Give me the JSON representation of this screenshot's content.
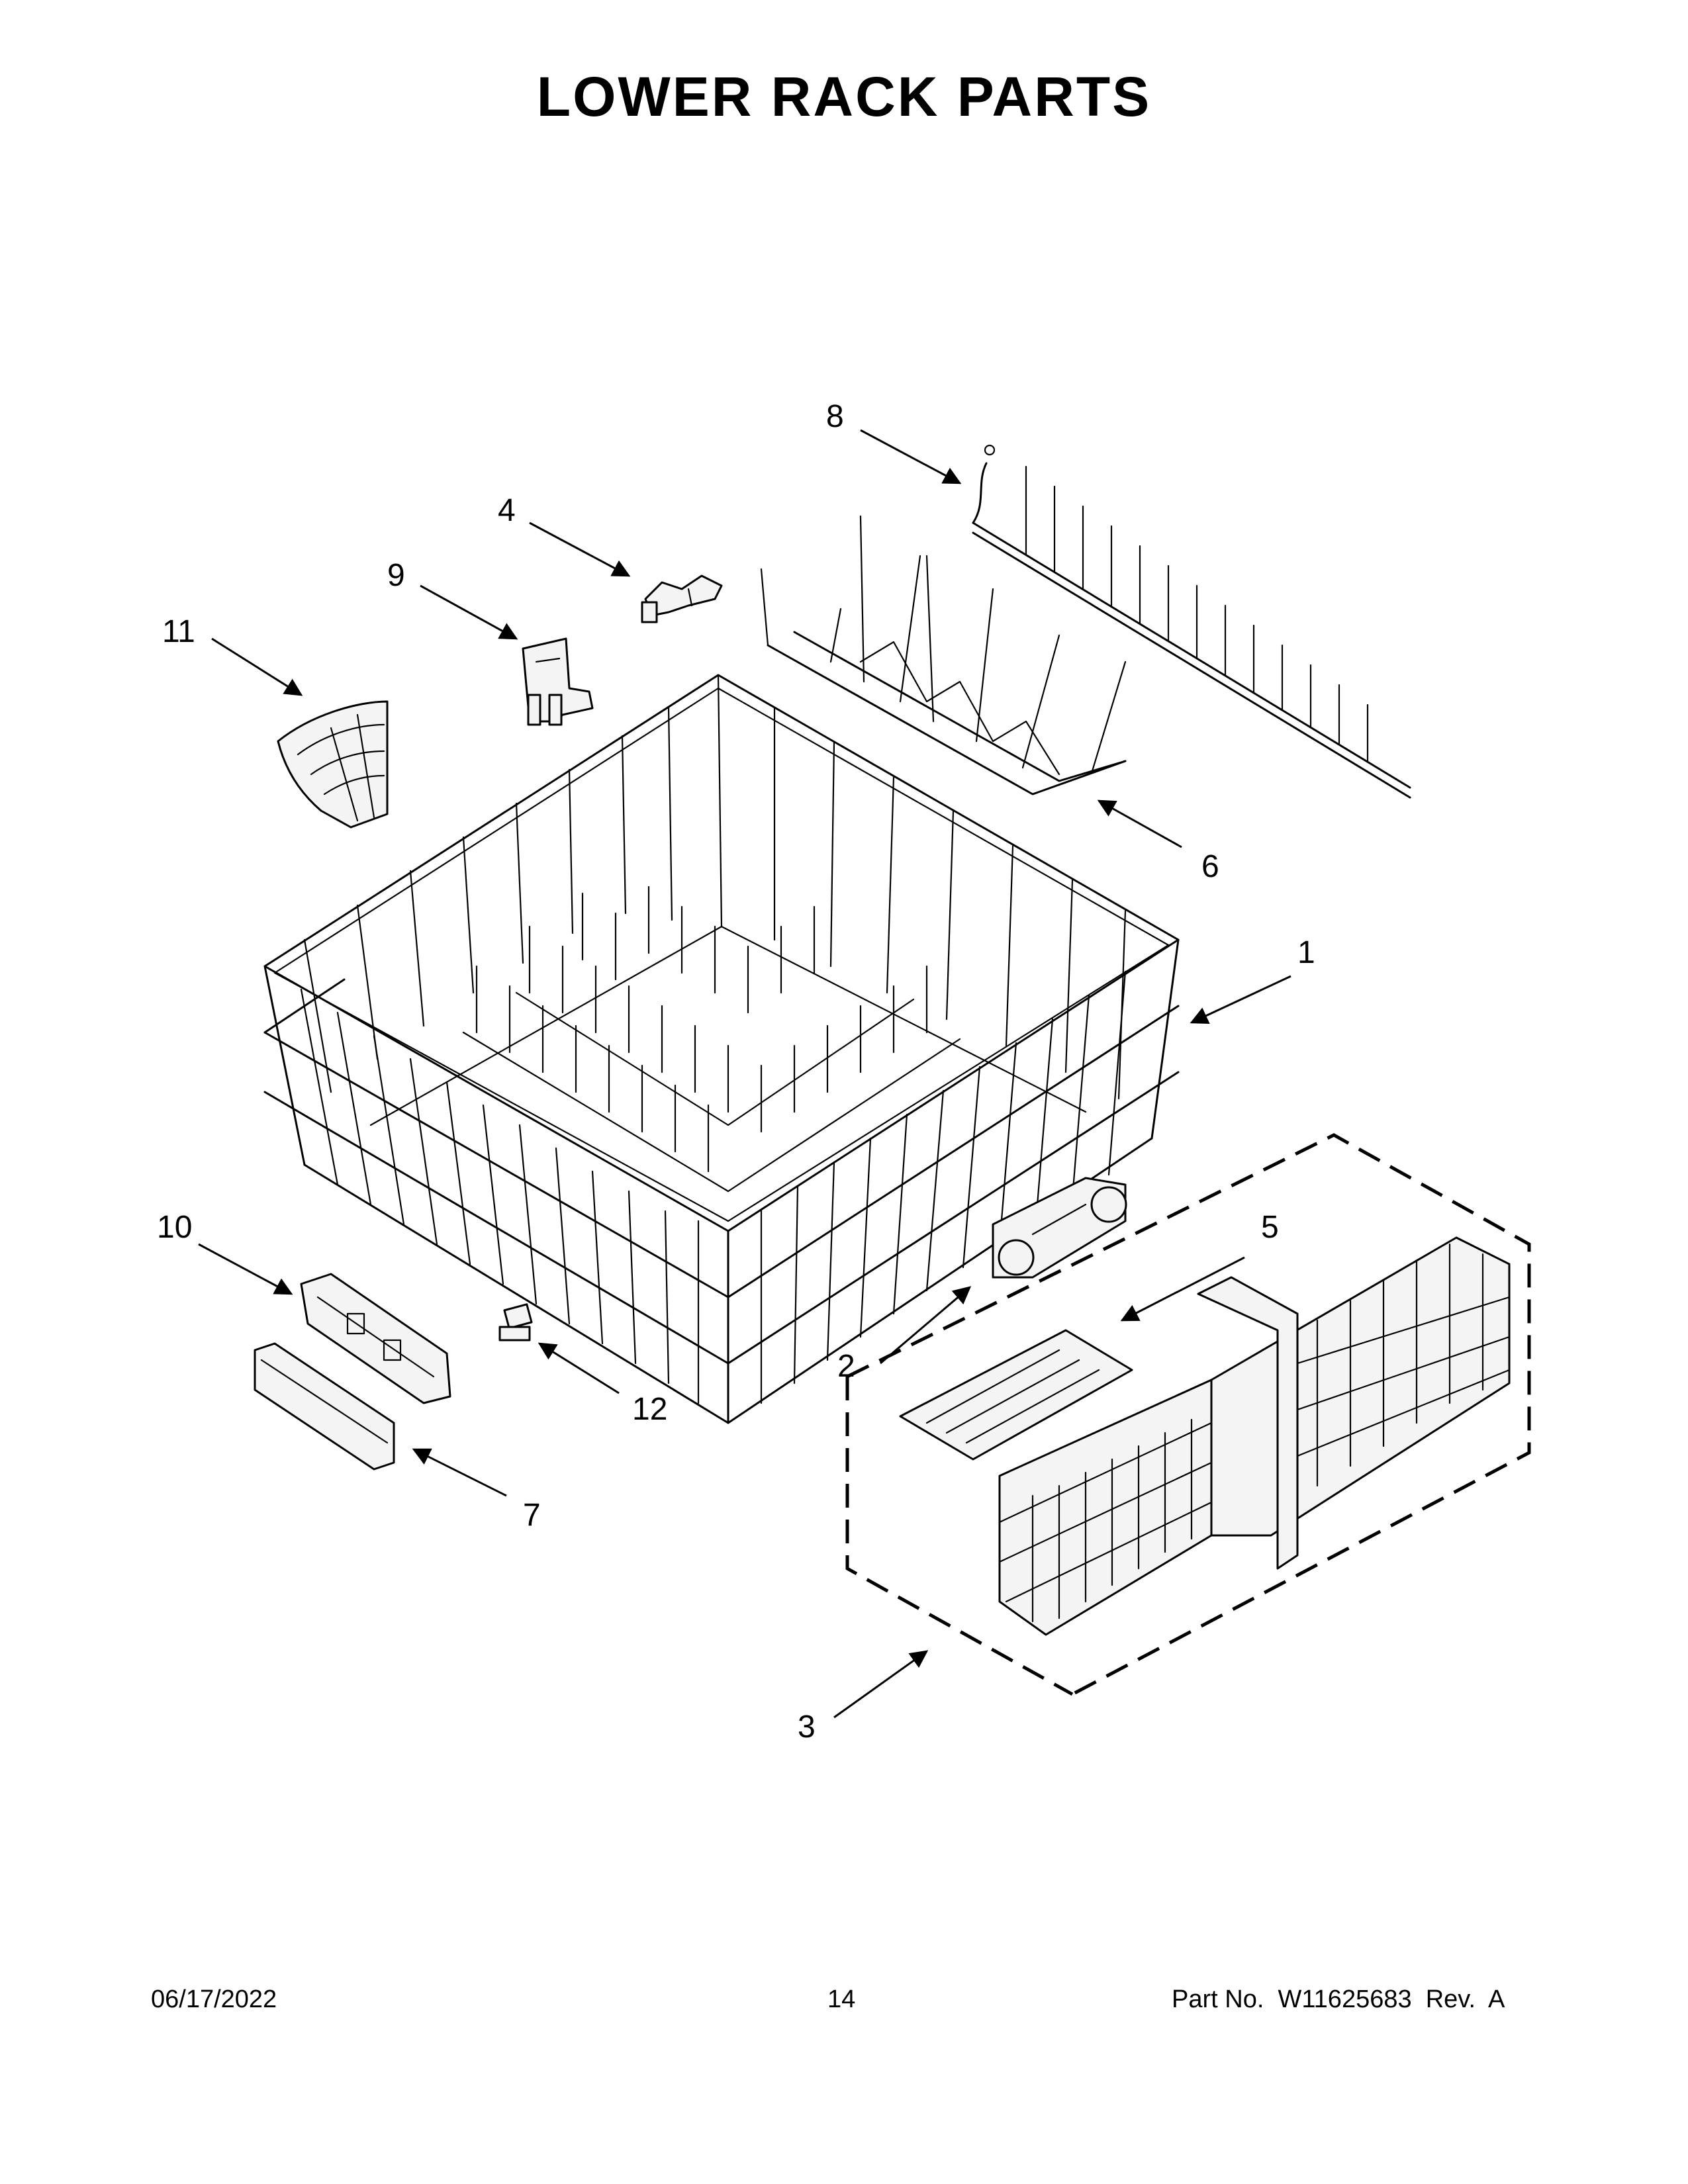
{
  "title": "LOWER RACK PARTS",
  "callouts": {
    "c1": "1",
    "c2": "2",
    "c3": "3",
    "c4": "4",
    "c5": "5",
    "c6": "6",
    "c7": "7",
    "c8": "8",
    "c9": "9",
    "c10": "10",
    "c11": "11",
    "c12": "12"
  },
  "footer": {
    "date": "06/17/2022",
    "page": "14",
    "part_number": "Part No.  W11625683  Rev.  A"
  }
}
